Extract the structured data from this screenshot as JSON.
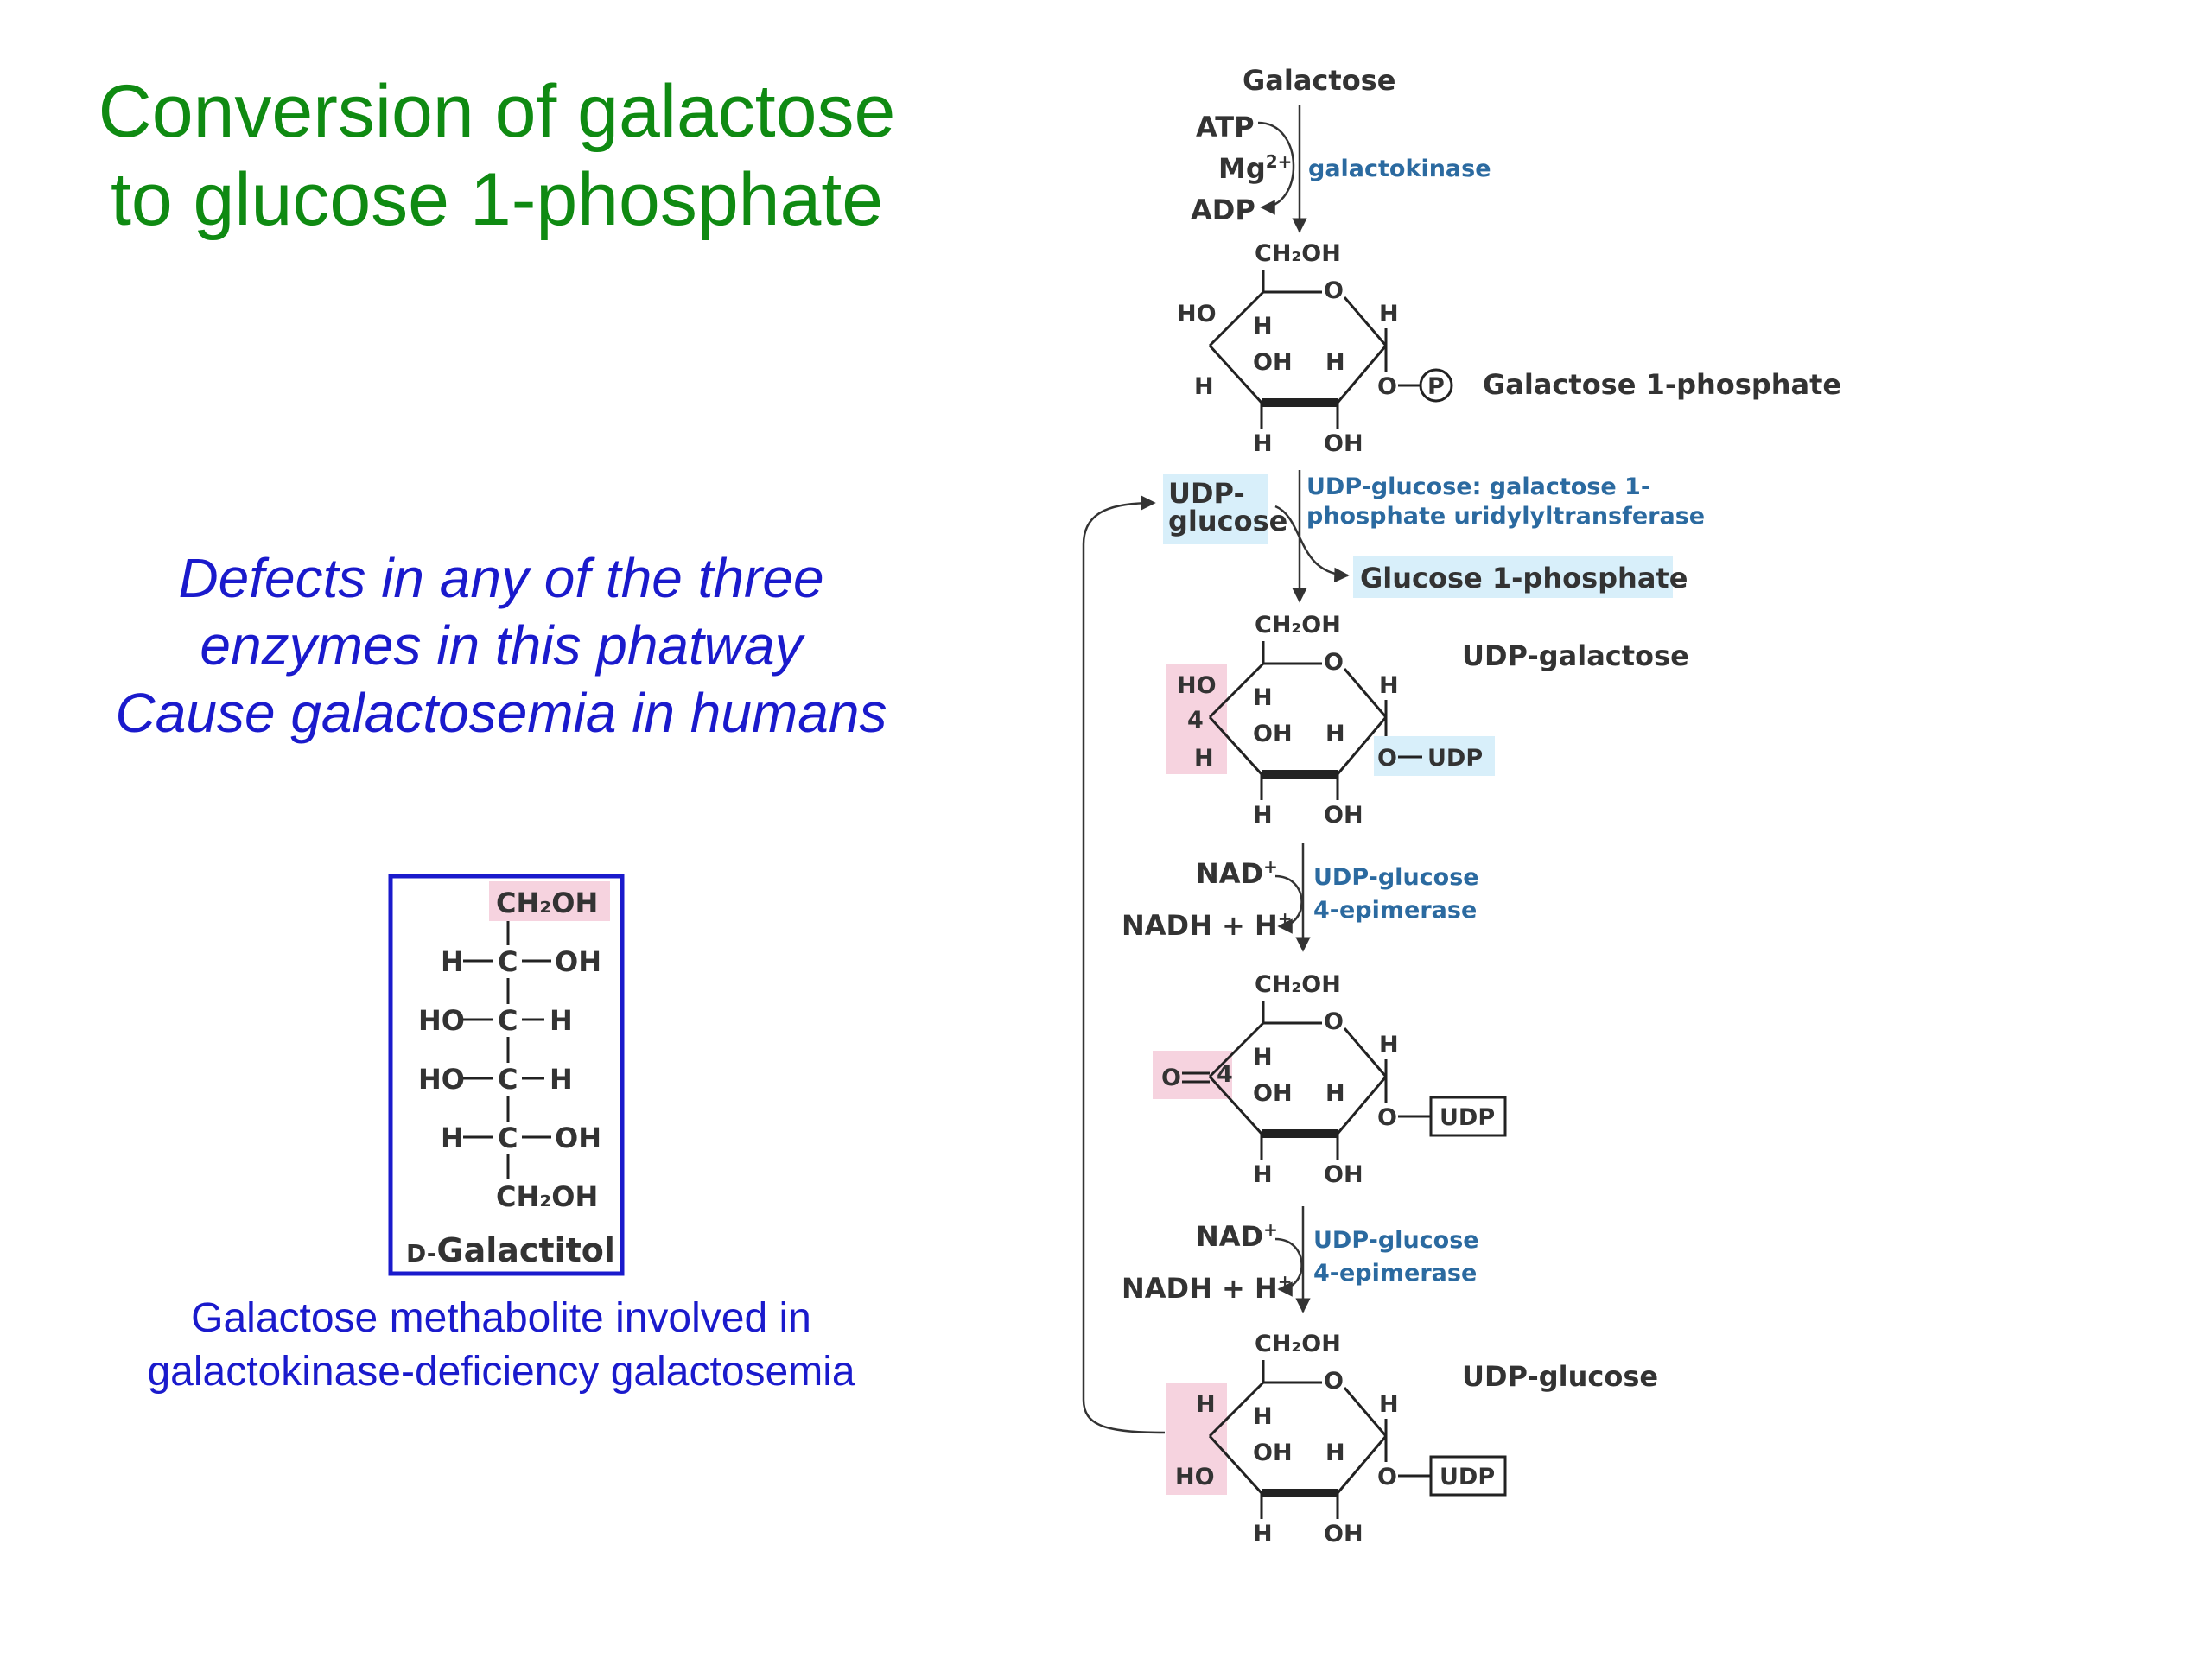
{
  "title": {
    "line1": "Conversion of galactose",
    "line2": "to glucose 1-phosphate"
  },
  "note": {
    "line1": "Defects in any of the three",
    "line2": "enzymes in this phatway",
    "line3": "Cause galactosemia in humans"
  },
  "caption": {
    "line1": "Galactose methabolite involved in",
    "line2": "galactokinase-deficiency galactosemia"
  },
  "galactitol": {
    "top": "CH₂OH",
    "row1_left": "H",
    "row1_right": "OH",
    "row2_left": "HO",
    "row2_right": "H",
    "row3_left": "HO",
    "row3_right": "H",
    "row4_left": "H",
    "row4_right": "OH",
    "carbon": "C",
    "bottom": "CH₂OH",
    "name_prefix": "D-",
    "name": "Galactitol"
  },
  "pathway": {
    "start": "Galactose",
    "step1": {
      "in": "ATP",
      "cofactor": "Mg",
      "cofactor_charge": "2+",
      "out": "ADP",
      "enzyme": "galactokinase"
    },
    "product1": "Galactose 1-phosphate",
    "phosphate_symbol": "P",
    "step2": {
      "donor_line1": "UDP-",
      "donor_line2": "glucose",
      "enzyme_line1": "UDP-glucose:  galactose 1-",
      "enzyme_line2": "phosphate uridylyltransferase",
      "released": "Glucose 1-phosphate"
    },
    "product2": "UDP-galactose",
    "step3": {
      "in": "NAD",
      "in_charge": "+",
      "out": "NADH + H",
      "out_charge": "+",
      "enzyme_line1": "UDP-glucose",
      "enzyme_line2": "4-epimerase"
    },
    "step4": {
      "in": "NAD",
      "in_charge": "+",
      "out": "NADH + H",
      "out_charge": "+",
      "enzyme_line1": "UDP-glucose",
      "enzyme_line2": "4-epimerase"
    },
    "product4": "UDP-glucose",
    "udp": "UDP",
    "ring_atoms": {
      "ch2oh": "CH₂OH",
      "o": "O",
      "h": "H",
      "ho": "HO",
      "oh": "OH",
      "c4": "4",
      "keto_o": "O"
    }
  },
  "colors": {
    "title": "#0f8a12",
    "note": "#1a1acc",
    "enzyme": "#2b6aa0",
    "pink_highlight": "#f6d3df",
    "blue_highlight": "#d8effa",
    "box_border": "#1a1acc"
  }
}
